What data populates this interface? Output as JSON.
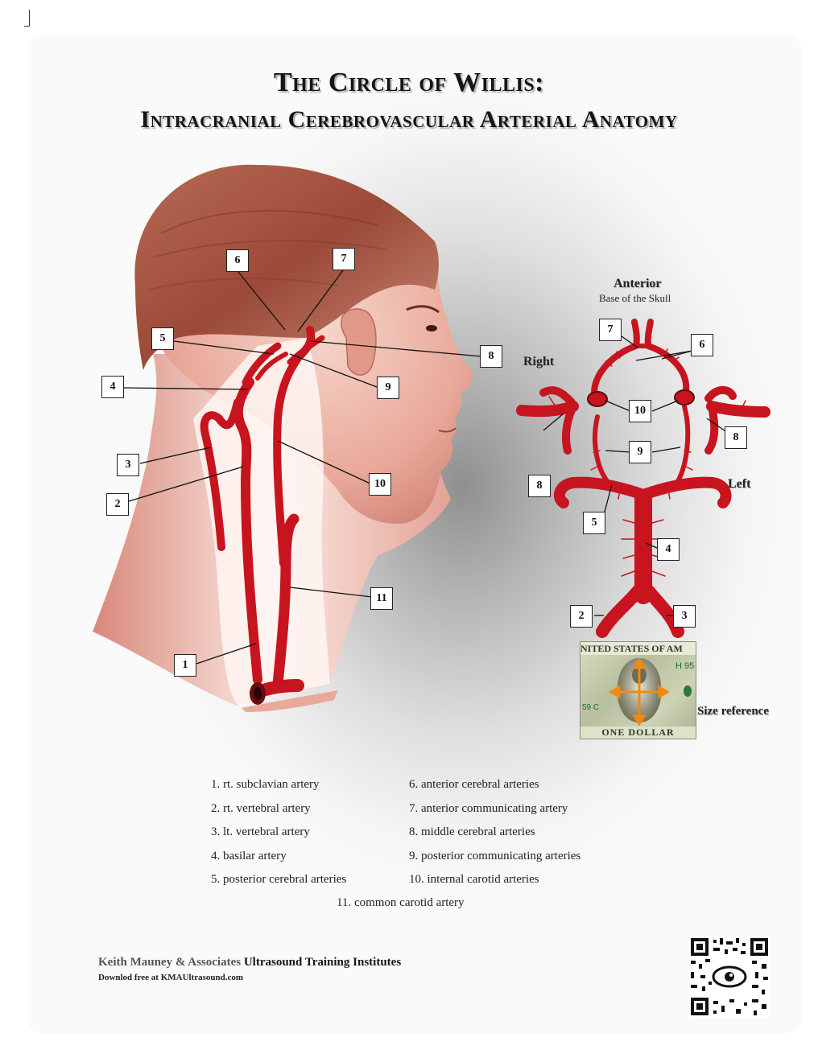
{
  "title": {
    "line1": "The Circle of Willis:",
    "line2": "Intracranial Cerebrovascular Arterial Anatomy"
  },
  "head_labels": [
    {
      "n": "6"
    },
    {
      "n": "7"
    },
    {
      "n": "5"
    },
    {
      "n": "8"
    },
    {
      "n": "4"
    },
    {
      "n": "9"
    },
    {
      "n": "3"
    },
    {
      "n": "10"
    },
    {
      "n": "2"
    },
    {
      "n": "11"
    },
    {
      "n": "1"
    }
  ],
  "circle_labels": [
    {
      "n": "7"
    },
    {
      "n": "6"
    },
    {
      "n": "10"
    },
    {
      "n": "8"
    },
    {
      "n": "9"
    },
    {
      "n": "8"
    },
    {
      "n": "5"
    },
    {
      "n": "4"
    },
    {
      "n": "2"
    },
    {
      "n": "3"
    }
  ],
  "orientation": {
    "anterior": "Anterior",
    "base": "Base of the Skull",
    "right": "Right",
    "left": "Left"
  },
  "size_reference": "Size reference",
  "bill": {
    "top_text": "NITED STATES OF AM",
    "bottom_text": "ONE DOLLAR",
    "serial1": "H 95",
    "serial2": "59 C"
  },
  "legend": {
    "left": [
      "1.  rt. subclavian artery",
      "2.  rt. vertebral artery",
      "3.  lt. vertebral artery",
      "4.  basilar artery",
      "5.  posterior cerebral arteries"
    ],
    "right": [
      "6.  anterior cerebral arteries",
      "7.  anterior communicating artery",
      "8.  middle cerebral arteries",
      "9.  posterior communicating arteries",
      "10.  internal carotid arteries"
    ],
    "center": "11.  common carotid artery"
  },
  "footer": {
    "org_name": "Keith Mauney & Associates",
    "org_suffix": " Ultrasound Training Institutes",
    "download": "Downlod free at KMAUltrasound.com"
  },
  "colors": {
    "artery": "#c8141e",
    "skin": "#f0c2b6",
    "hair": "#a5503c"
  }
}
